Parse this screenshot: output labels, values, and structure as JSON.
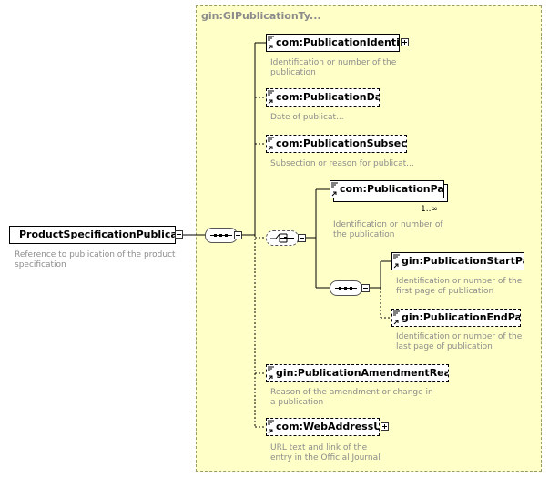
{
  "type_container": {
    "label": "gin:GIPublicationTy..."
  },
  "root": {
    "name": "ProductSpecificationPublication",
    "description": "Reference to publication of the product\nspecification"
  },
  "elements": [
    {
      "name": "com:PublicationIdentifier",
      "description": "Identification or number of the\npublication",
      "optional": false,
      "expandable": true
    },
    {
      "name": "com:PublicationDate",
      "description": "Date of publicat...",
      "optional": true,
      "expandable": false
    },
    {
      "name": "com:PublicationSubsection",
      "description": "Subsection or reason for publicat...",
      "optional": true,
      "expandable": false
    },
    {
      "name": "com:PublicationPa...",
      "description": "Identification or number of\nthe publication",
      "optional": false,
      "expandable": false,
      "occurrence": "1..∞"
    },
    {
      "name": "gin:PublicationStartPage",
      "description": "Identification or number of the\nfirst page of publication",
      "optional": false,
      "expandable": false
    },
    {
      "name": "gin:PublicationEndPa...",
      "description": "Identification or number of the\nlast page of publication",
      "optional": true,
      "expandable": false
    },
    {
      "name": "gin:PublicationAmendmentReas...",
      "description": "Reason of the amendment or change in\na publication",
      "optional": true,
      "expandable": false
    },
    {
      "name": "com:WebAddressURI",
      "description": "URL text and link of the\nentry in the Official Journal",
      "optional": true,
      "expandable": true
    }
  ],
  "icons": {
    "element_corner": "element-lines-icon",
    "element_arrow": "reference-arrow-icon",
    "sequence": "sequence-compositor-icon",
    "choice": "choice-compositor-icon",
    "expand": "plus-expand-icon",
    "collapse": "minus-collapse-icon"
  },
  "colors": {
    "type_background": "#ffffc8",
    "type_border": "#9c9c6b",
    "description_text": "#8c8c8c"
  }
}
